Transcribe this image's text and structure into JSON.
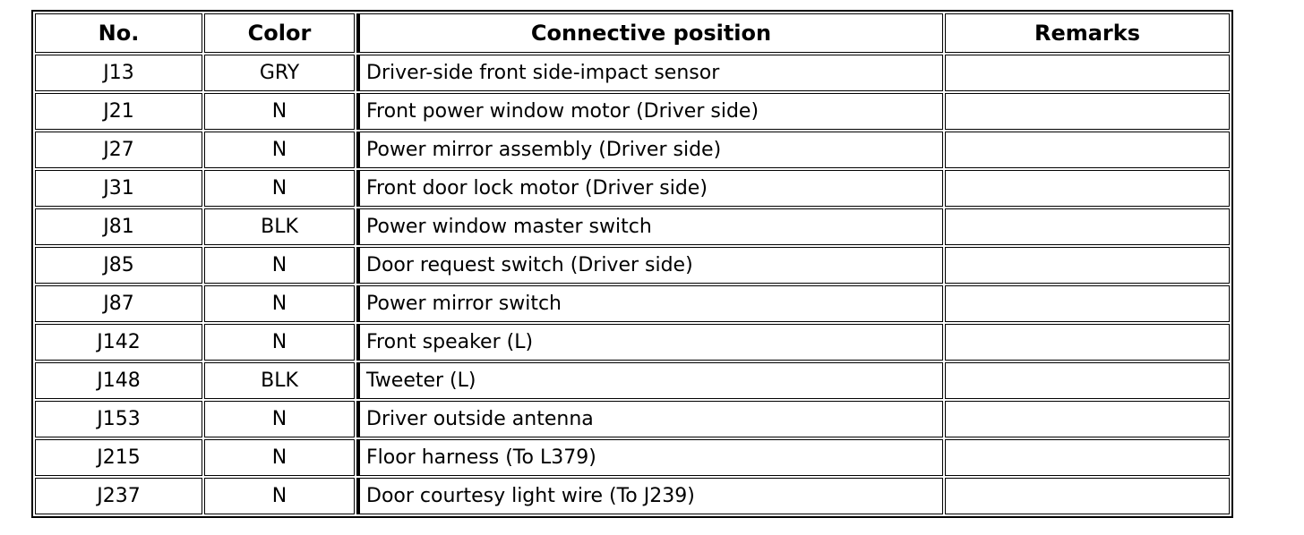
{
  "page": {
    "background_color": "#ffffff"
  },
  "table": {
    "title": "connector-position-table",
    "border_color": "#000000",
    "text_color": "#000000",
    "headers": {
      "no": "No.",
      "color": "Color",
      "position": "Connective position",
      "remarks": "Remarks"
    },
    "rows": [
      {
        "no": "J13",
        "color": "GRY",
        "position": "Driver-side front side-impact sensor",
        "remarks": ""
      },
      {
        "no": "J21",
        "color": "N",
        "position": "Front power window motor (Driver side)",
        "remarks": ""
      },
      {
        "no": "J27",
        "color": "N",
        "position": "Power mirror assembly (Driver side)",
        "remarks": ""
      },
      {
        "no": "J31",
        "color": "N",
        "position": "Front door lock motor (Driver side)",
        "remarks": ""
      },
      {
        "no": "J81",
        "color": "BLK",
        "position": "Power window master switch",
        "remarks": ""
      },
      {
        "no": "J85",
        "color": "N",
        "position": "Door request switch (Driver side)",
        "remarks": ""
      },
      {
        "no": "J87",
        "color": "N",
        "position": "Power mirror switch",
        "remarks": ""
      },
      {
        "no": "J142",
        "color": "N",
        "position": "Front speaker (L)",
        "remarks": ""
      },
      {
        "no": "J148",
        "color": "BLK",
        "position": "Tweeter (L)",
        "remarks": ""
      },
      {
        "no": "J153",
        "color": "N",
        "position": "Driver outside antenna",
        "remarks": ""
      },
      {
        "no": "J215",
        "color": "N",
        "position": "Floor harness (To L379)",
        "remarks": ""
      },
      {
        "no": "J237",
        "color": "N",
        "position": "Door courtesy light wire (To J239)",
        "remarks": ""
      }
    ]
  }
}
